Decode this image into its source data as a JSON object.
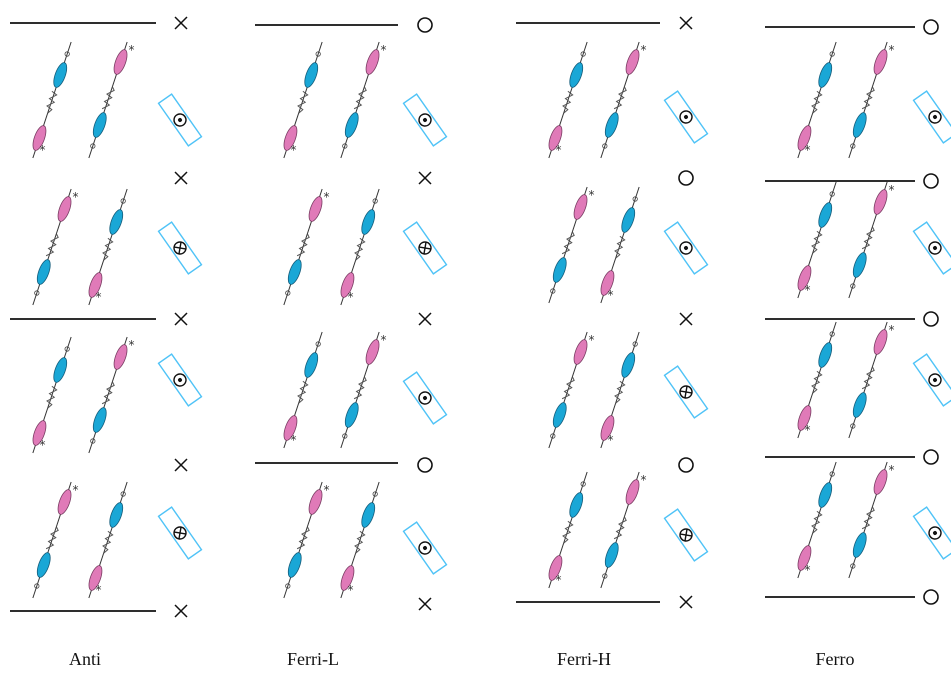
{
  "panels": [
    {
      "label": "Anti",
      "layer_lines": [
        "top",
        "middle",
        "bottom"
      ],
      "markers": [
        "×",
        "×",
        "×",
        "×",
        "×"
      ],
      "dipoles": [
        "⊙",
        "⊗",
        "⊙",
        "⊗"
      ]
    },
    {
      "label": "Ferri-L",
      "layer_lines": [
        "top",
        "middle"
      ],
      "markers": [
        "○",
        "×",
        "×",
        "○",
        "×"
      ],
      "dipoles": [
        "⊙",
        "⊗",
        "⊙",
        "⊙"
      ]
    },
    {
      "label": "Ferri-H",
      "layer_lines": [
        "top",
        "bottom"
      ],
      "markers": [
        "×",
        "○",
        "×",
        "○",
        "×"
      ],
      "dipoles": [
        "⊙",
        "⊙",
        "⊗",
        "⊗"
      ]
    },
    {
      "label": "Ferro",
      "layer_lines": [
        "top",
        "layer1",
        "layer2",
        "layer3",
        "bottom"
      ],
      "markers": [
        "○",
        "○",
        "○",
        "○",
        "○"
      ],
      "dipoles": [
        "⊙",
        "⊙",
        "⊙",
        "⊙"
      ]
    }
  ],
  "glyphs": {
    "star": "*",
    "oxygen": "o"
  },
  "colors": {
    "pink_unit": "#e07ab8",
    "blue_unit": "#1aa7d6",
    "dipole_box": "#4fc3f7",
    "line": "#111111"
  }
}
